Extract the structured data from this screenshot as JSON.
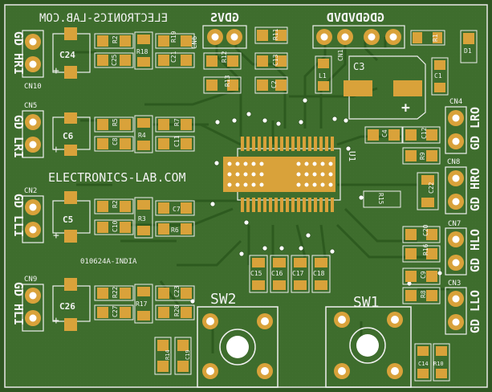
{
  "board": {
    "top_text_mirrored": "ELECTRONICS-LAB.COM",
    "main_text": "ELECTRONICS-LAB.COM",
    "code_text": "010624A-INDIA",
    "sw1": "SW1",
    "sw2": "SW2",
    "u1": "U1"
  },
  "headers": {
    "gdvs": "GDVS",
    "gdgdvdvd": "GDGDVDVD",
    "gd_hri": "GD HRI",
    "gd_lri": "GD LRI",
    "gd_lli": "GD LLI",
    "gd_hli": "GD HLI",
    "gd_lro": "GD LRO",
    "gd_hro": "GD HRO",
    "gd_hlo": "GD HLO",
    "gd_llo": "GD LLO"
  },
  "refs": {
    "cn1": "CN1",
    "cn2": "CN2",
    "cn3": "CN3",
    "cn4": "CN4",
    "cn5": "CN5",
    "cn6": "CN6",
    "cn7": "CN7",
    "cn8": "CN8",
    "cn9": "CN9",
    "cn10": "CN10",
    "c1": "C1",
    "c2": "C2",
    "c3": "C3",
    "c4": "C4",
    "c5": "C5",
    "c6": "C6",
    "c7": "C7",
    "c8": "C8",
    "c9": "C9",
    "c10": "C10",
    "c11": "C11",
    "c12": "C12",
    "c13": "C13",
    "c14": "C14",
    "c15": "C15",
    "c16": "C16",
    "c17": "C17",
    "c18": "C18",
    "c19": "C19",
    "c20": "C20",
    "c21": "C21",
    "c22": "C22",
    "c23": "C23",
    "c24": "C24",
    "c25": "C25",
    "c26": "C26",
    "c27": "C27",
    "r1": "R1",
    "r2": "R2",
    "r3": "R3",
    "r4": "R4",
    "r5": "R5",
    "r6": "R6",
    "r7": "R7",
    "r8": "R8",
    "r9": "R9",
    "r10": "R10",
    "r11": "R11",
    "r12": "R12",
    "r13": "R13",
    "r14": "R14",
    "r15": "R15",
    "r16": "R16",
    "r17": "R17",
    "r18": "R18",
    "r19": "R19",
    "r20": "R20",
    "r22": "R22",
    "l1": "L1",
    "d1": "D1"
  }
}
